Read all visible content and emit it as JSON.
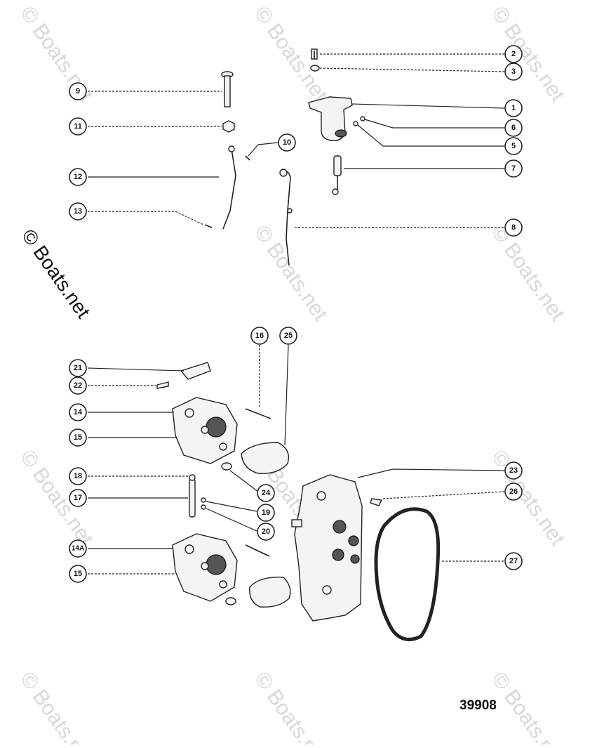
{
  "diagram": {
    "drawing_number": "39908",
    "watermark": "© Boats.net",
    "callouts": [
      {
        "label": "2"
      },
      {
        "label": "3"
      },
      {
        "label": "1"
      },
      {
        "label": "6"
      },
      {
        "label": "5"
      },
      {
        "label": "7"
      },
      {
        "label": "8"
      },
      {
        "label": "9"
      },
      {
        "label": "11"
      },
      {
        "label": "10"
      },
      {
        "label": "12"
      },
      {
        "label": "13"
      },
      {
        "label": "16"
      },
      {
        "label": "25"
      },
      {
        "label": "21"
      },
      {
        "label": "22"
      },
      {
        "label": "14"
      },
      {
        "label": "15"
      },
      {
        "label": "18"
      },
      {
        "label": "17"
      },
      {
        "label": "19"
      },
      {
        "label": "20"
      },
      {
        "label": "24"
      },
      {
        "label": "23"
      },
      {
        "label": "26"
      },
      {
        "label": "14A"
      },
      {
        "label": "15"
      },
      {
        "label": "27"
      }
    ]
  }
}
